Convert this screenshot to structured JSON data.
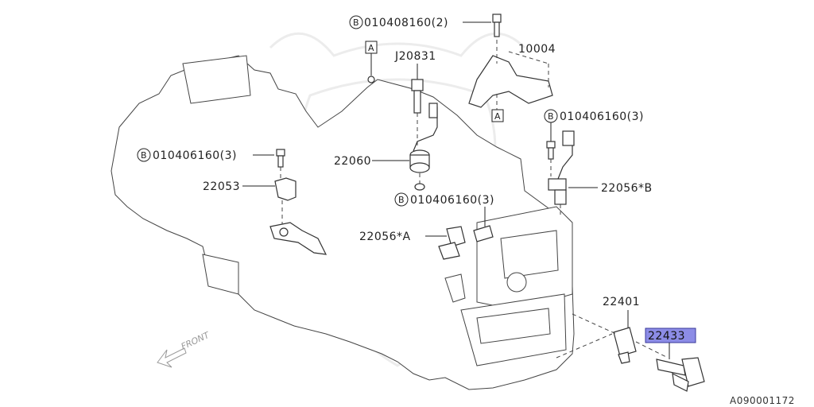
{
  "labels": {
    "bolt_top": "010408160(2)",
    "bolt_right": "010406160(3)",
    "bolt_left": "010406160(3)",
    "bolt_mid": "010406160(3)",
    "bracket": "10004",
    "sensor_j": "J20831",
    "sensor_22060": "22060",
    "sensor_22053": "22053",
    "sensor_22056b": "22056*B",
    "sensor_22056a": "22056*A",
    "plug": "22401",
    "coil": "22433",
    "ref_a_top": "A",
    "ref_a_bottom": "A",
    "b_marker": "B",
    "front": "FRONT",
    "code": "A090001172"
  },
  "colors": {
    "highlight": "#8c8ce6"
  }
}
